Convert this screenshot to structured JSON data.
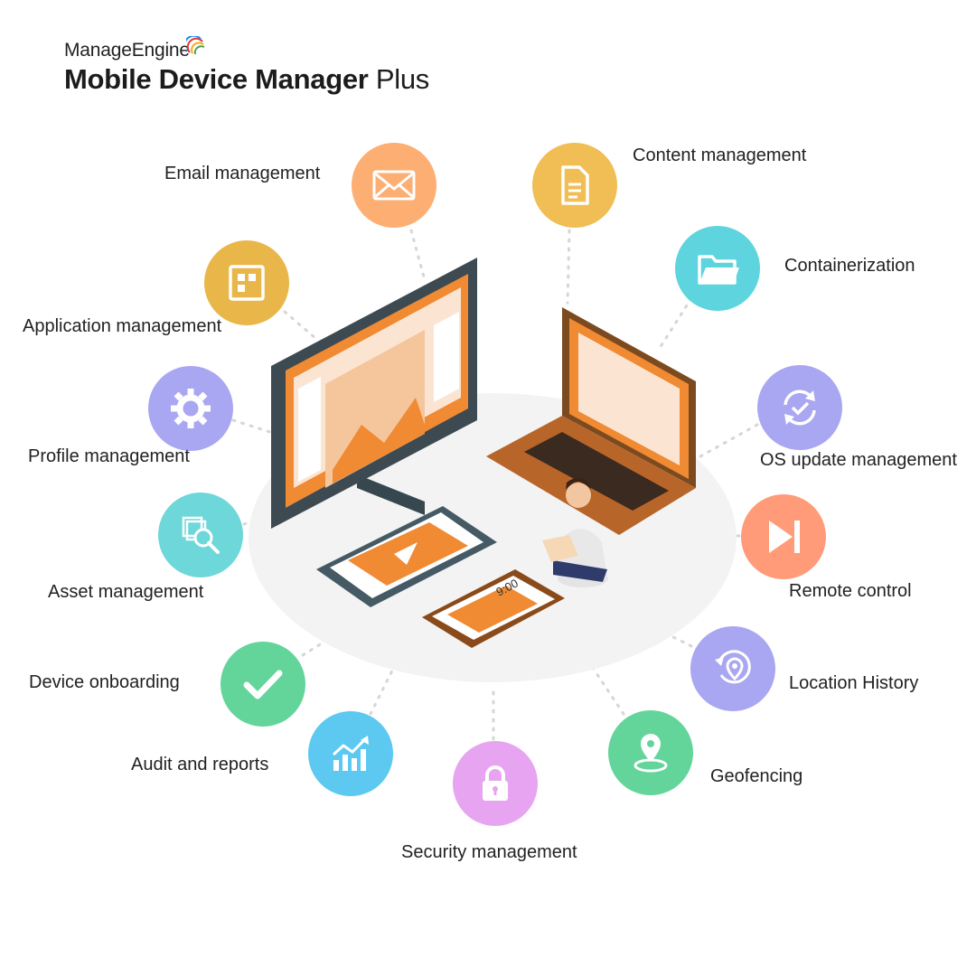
{
  "brand": {
    "company": "ManageEngine",
    "product_bold": "Mobile Device Manager",
    "product_suffix": "Plus"
  },
  "illustration": {
    "phone_time": "9:00"
  },
  "features": [
    {
      "label": "Email management",
      "color": "#FDAE72",
      "icon": "envelope-icon"
    },
    {
      "label": "Content management",
      "color": "#F0BE54",
      "icon": "document-icon"
    },
    {
      "label": "Application management",
      "color": "#E9B64A",
      "icon": "app-grid-icon"
    },
    {
      "label": "Containerization",
      "color": "#5ED4DE",
      "icon": "folder-icon"
    },
    {
      "label": "Profile management",
      "color": "#A9A6F2",
      "icon": "gear-icon"
    },
    {
      "label": "OS update management",
      "color": "#A9A6F2",
      "icon": "sync-check-icon"
    },
    {
      "label": "Asset management",
      "color": "#6ED7D9",
      "icon": "asset-search-icon"
    },
    {
      "label": "Remote control",
      "color": "#FF9B78",
      "icon": "play-next-icon"
    },
    {
      "label": "Device onboarding",
      "color": "#63D59B",
      "icon": "checkmark-icon"
    },
    {
      "label": "Location History",
      "color": "#A9A6F2",
      "icon": "location-history-icon"
    },
    {
      "label": "Audit and reports",
      "color": "#5DC8F0",
      "icon": "chart-growth-icon"
    },
    {
      "label": "Geofencing",
      "color": "#63D59B",
      "icon": "geofence-pin-icon"
    },
    {
      "label": "Security management",
      "color": "#E7A4F0",
      "icon": "padlock-icon"
    }
  ]
}
